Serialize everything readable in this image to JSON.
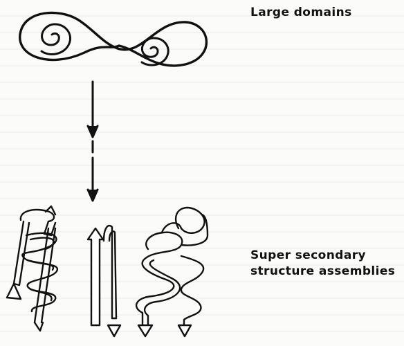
{
  "labels": {
    "large_domains": "Large domains",
    "supersecondary_line1": "Super secondary",
    "supersecondary_line2": "structure assemblies"
  },
  "colors": {
    "ink": "#111111",
    "paper": "#fbfbf9"
  }
}
